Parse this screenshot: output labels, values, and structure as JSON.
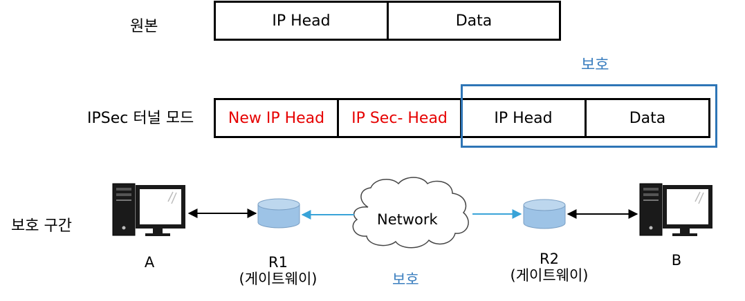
{
  "rows": {
    "original": {
      "label": "원본",
      "cells": [
        "IP Head",
        "Data"
      ]
    },
    "tunnel": {
      "label": "IPSec 터널 모드",
      "cells": [
        "New IP Head",
        "IP Sec- Head",
        "IP Head",
        "Data"
      ]
    }
  },
  "protect_label_top": "보호",
  "section_label": "보호 구간",
  "network": {
    "cloud_label": "Network",
    "protect_label": "보호"
  },
  "nodes": {
    "a": "A",
    "r1_name": "R1",
    "r1_role": "(게이트웨이)",
    "r2_name": "R2",
    "r2_role": "(게이트웨이)",
    "b": "B"
  },
  "colors": {
    "red_text": "#e60000",
    "blue_text": "#3a7ebf",
    "blue_box": "#2e75b6",
    "blue_arrow": "#38a3d8",
    "cylinder_fill": "#9dc3e6",
    "cylinder_stroke": "#7a9fc4"
  }
}
